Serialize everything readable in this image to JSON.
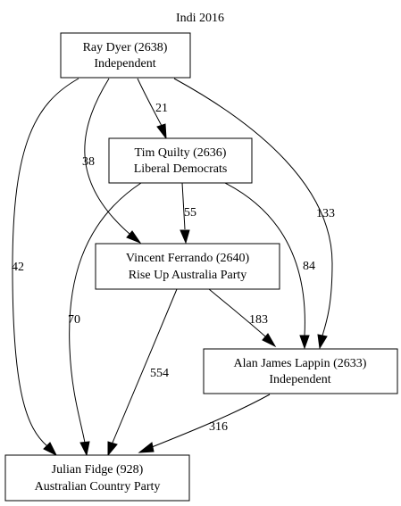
{
  "graph": {
    "title": "Indi 2016",
    "nodes": {
      "dyer": {
        "name": "Ray Dyer (2638)",
        "party": "Independent"
      },
      "quilty": {
        "name": "Tim Quilty (2636)",
        "party": "Liberal Democrats"
      },
      "ferrando": {
        "name": "Vincent Ferrando (2640)",
        "party": "Rise Up Australia Party"
      },
      "lappin": {
        "name": "Alan James Lappin (2633)",
        "party": "Independent"
      },
      "fidge": {
        "name": "Julian Fidge (928)",
        "party": "Australian Country Party"
      }
    },
    "edges": [
      {
        "from": "Ray Dyer (2638)",
        "to": "Tim Quilty (2636)",
        "label": "21"
      },
      {
        "from": "Ray Dyer (2638)",
        "to": "Vincent Ferrando (2640)",
        "label": "38"
      },
      {
        "from": "Ray Dyer (2638)",
        "to": "Julian Fidge (928)",
        "label": "42"
      },
      {
        "from": "Ray Dyer (2638)",
        "to": "Alan James Lappin (2633)",
        "label": "133"
      },
      {
        "from": "Tim Quilty (2636)",
        "to": "Vincent Ferrando (2640)",
        "label": "55"
      },
      {
        "from": "Tim Quilty (2636)",
        "to": "Alan James Lappin (2633)",
        "label": "84"
      },
      {
        "from": "Tim Quilty (2636)",
        "to": "Julian Fidge (928)",
        "label": "70"
      },
      {
        "from": "Vincent Ferrando (2640)",
        "to": "Alan James Lappin (2633)",
        "label": "183"
      },
      {
        "from": "Vincent Ferrando (2640)",
        "to": "Julian Fidge (928)",
        "label": "554"
      },
      {
        "from": "Alan James Lappin (2633)",
        "to": "Julian Fidge (928)",
        "label": "316"
      }
    ]
  }
}
